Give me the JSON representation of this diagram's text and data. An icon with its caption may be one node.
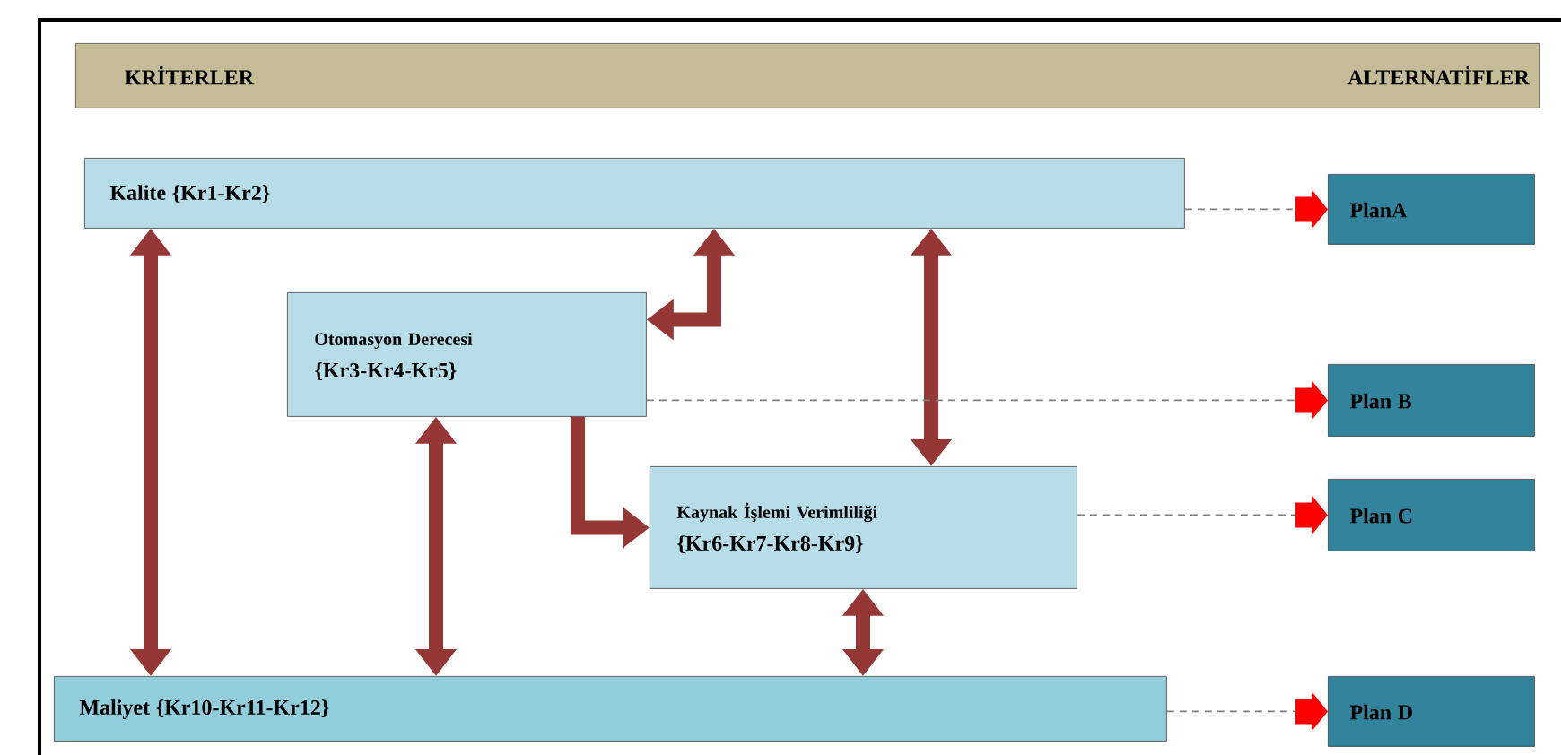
{
  "diagram": {
    "nodes": [
      {
        "text": [
          "KRİTERLER",
          "ALTERNATİFLER"
        ]
      },
      {
        "text": [
          "Kalite {Kr1-Kr2}"
        ]
      },
      {
        "text": [
          "Otomasyon Derecesi",
          "{Kr3-Kr4-Kr5}"
        ]
      },
      {
        "text": [
          "Kaynak İşlemi Verimliliği",
          "{Kr6-Kr7-Kr8-Kr9}"
        ]
      },
      {
        "text": [
          "Maliyet {Kr10-Kr11-Kr12}"
        ]
      },
      {
        "text": [
          "PlanA"
        ]
      },
      {
        "text": [
          "Plan B"
        ]
      },
      {
        "text": [
          "Plan C"
        ]
      },
      {
        "text": [
          "Plan D"
        ]
      }
    ],
    "edges": [
      {
        "from": 1,
        "to": 4,
        "arrow": "both"
      },
      {
        "from": 1,
        "to": 2,
        "arrow": "both"
      },
      {
        "from": 1,
        "to": 3,
        "arrow": "both"
      },
      {
        "from": 2,
        "to": 4,
        "arrow": "both"
      },
      {
        "from": 2,
        "to": 3,
        "arrow": "to"
      },
      {
        "from": 3,
        "to": 4,
        "arrow": "both"
      },
      {
        "from": 1,
        "to": 5,
        "arrow": "to",
        "style": "dashed",
        "color": "#7f7f7f"
      },
      {
        "from": 2,
        "to": 6,
        "arrow": "to",
        "style": "dashed",
        "color": "#7f7f7f"
      },
      {
        "from": 3,
        "to": 7,
        "arrow": "to",
        "style": "dashed",
        "color": "#7f7f7f"
      },
      {
        "from": 4,
        "to": 8,
        "arrow": "to",
        "style": "dashed",
        "color": "#7f7f7f"
      }
    ]
  }
}
